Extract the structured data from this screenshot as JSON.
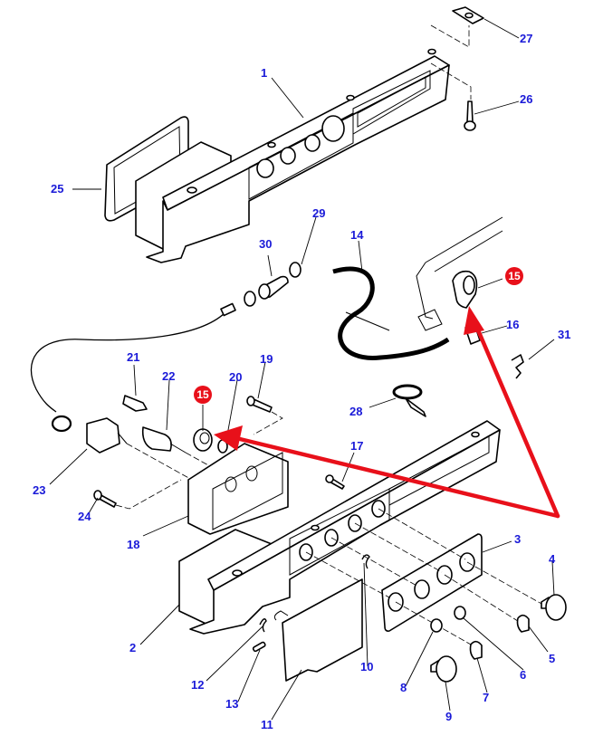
{
  "diagram": {
    "title": "Instrument panel / heater control exploded parts diagram",
    "label_color": "#1a1ad8",
    "highlight_color": "#e8101a",
    "callouts": [
      {
        "id": "1",
        "text": "1"
      },
      {
        "id": "2",
        "text": "2"
      },
      {
        "id": "3",
        "text": "3"
      },
      {
        "id": "4",
        "text": "4"
      },
      {
        "id": "5",
        "text": "5"
      },
      {
        "id": "6",
        "text": "6"
      },
      {
        "id": "7",
        "text": "7"
      },
      {
        "id": "8",
        "text": "8"
      },
      {
        "id": "9",
        "text": "9"
      },
      {
        "id": "10",
        "text": "10"
      },
      {
        "id": "11",
        "text": "11"
      },
      {
        "id": "12",
        "text": "12"
      },
      {
        "id": "13",
        "text": "13"
      },
      {
        "id": "14",
        "text": "14"
      },
      {
        "id": "16",
        "text": "16"
      },
      {
        "id": "17",
        "text": "17"
      },
      {
        "id": "18",
        "text": "18"
      },
      {
        "id": "19",
        "text": "19"
      },
      {
        "id": "20",
        "text": "20"
      },
      {
        "id": "21",
        "text": "21"
      },
      {
        "id": "22",
        "text": "22"
      },
      {
        "id": "23",
        "text": "23"
      },
      {
        "id": "24",
        "text": "24"
      },
      {
        "id": "25",
        "text": "25"
      },
      {
        "id": "26",
        "text": "26"
      },
      {
        "id": "27",
        "text": "27"
      },
      {
        "id": "28",
        "text": "28"
      },
      {
        "id": "29",
        "text": "29"
      },
      {
        "id": "30",
        "text": "30"
      },
      {
        "id": "31",
        "text": "31"
      }
    ],
    "highlighted": [
      {
        "id": "15a",
        "text": "15"
      },
      {
        "id": "15b",
        "text": "15"
      }
    ]
  }
}
